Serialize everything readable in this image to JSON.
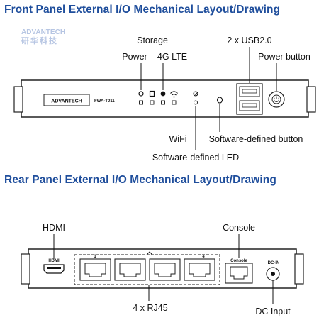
{
  "front": {
    "heading": "Front Panel External I/O Mechanical Layout/Drawing",
    "brand_logo": "ADVANTECH",
    "model": "FWA-T011",
    "labels": {
      "power": "Power",
      "storage": "Storage",
      "lte": "4G LTE",
      "usb": "2 x USB2.0",
      "power_button": "Power button",
      "wifi": "WiFi",
      "sw_button": "Software-defined button",
      "sw_led": "Software-defined LED"
    }
  },
  "rear": {
    "heading": "Rear Panel External I/O Mechanical Layout/Drawing",
    "labels": {
      "hdmi": "HDMI",
      "console": "Console",
      "rj45": "4 x RJ45",
      "dc_input": "DC Input"
    },
    "panel_text": {
      "hdmi": "HDMI",
      "console": "Console",
      "dcin": "DC-IN",
      "port1": "1",
      "port4": "4"
    }
  },
  "watermark": {
    "en": "ADVANTECH",
    "cn": "研华科技"
  }
}
